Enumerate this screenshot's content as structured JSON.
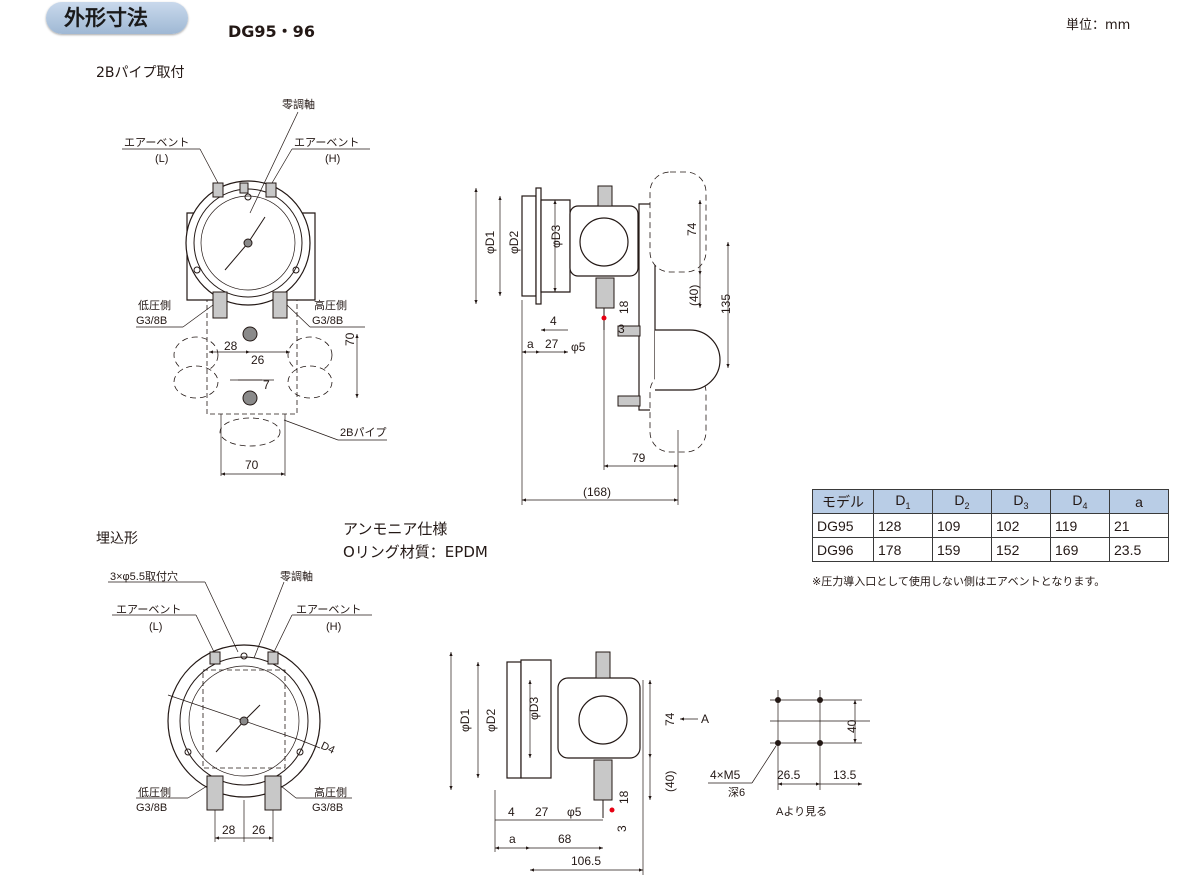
{
  "header": {
    "title": "外形寸法",
    "model": "DG95・96",
    "unit": "単位：mm"
  },
  "sections": {
    "pipe_mount": "2Bパイプ取付",
    "embedded": "埋込形"
  },
  "spec": {
    "line1": "アンモニア仕様",
    "line2": "Oリング材質：EPDM"
  },
  "drawing_pipe": {
    "zero_adjust": "零調軸",
    "air_vent": "エアーベント",
    "vent_l": "(L)",
    "vent_h": "(H)",
    "low_side": "低圧側",
    "high_side": "高圧側",
    "port_thread": "G3/8B",
    "pipe": "2Bパイプ",
    "dims": {
      "d28": "28",
      "d26": "26",
      "d7": "7",
      "d70v": "70",
      "d70h": "70"
    }
  },
  "drawing_pipe_side": {
    "phi_d1": "φD1",
    "phi_d2": "φD2",
    "phi_d3": "φD3",
    "d4": "4",
    "a": "a",
    "d27": "27",
    "phi5": "φ5",
    "d18": "18",
    "d3": "3",
    "d74": "74",
    "d40": "(40)",
    "d135": "135",
    "d79": "79",
    "d168": "(168)"
  },
  "drawing_embed": {
    "holes": "3×φ5.5取付穴",
    "zero_adjust": "零調軸",
    "air_vent": "エアーベント",
    "vent_l": "(L)",
    "vent_h": "(H)",
    "d4_label": "D4",
    "low_side": "低圧側",
    "high_side": "高圧側",
    "port_thread": "G3/8B",
    "dims": {
      "d28": "28",
      "d26": "26"
    }
  },
  "drawing_embed_side": {
    "phi_d1": "φD1",
    "phi_d2": "φD2",
    "phi_d3": "φD3",
    "d4": "4",
    "d27": "27",
    "phi5": "φ5",
    "d18": "18",
    "d3": "3",
    "a": "a",
    "d68": "68",
    "d1065": "106.5",
    "d74": "74",
    "d40": "(40)",
    "arrow_a": "A"
  },
  "view_a": {
    "d40": "40",
    "d265": "26.5",
    "d135": "13.5",
    "screw": "4×M5",
    "depth": "深6",
    "caption": "Aより見る"
  },
  "table": {
    "headers": [
      "モデル",
      "D1",
      "D2",
      "D3",
      "D4",
      "a"
    ],
    "rows": [
      [
        "DG95",
        "128",
        "109",
        "102",
        "119",
        "21"
      ],
      [
        "DG96",
        "178",
        "159",
        "152",
        "169",
        "23.5"
      ]
    ]
  },
  "note": "※圧力導入口として使用しない側はエアベントとなります。",
  "colors": {
    "header_pill": "#9fb8d4",
    "table_header": "#b9cde6",
    "center_mark": "#e60012"
  }
}
